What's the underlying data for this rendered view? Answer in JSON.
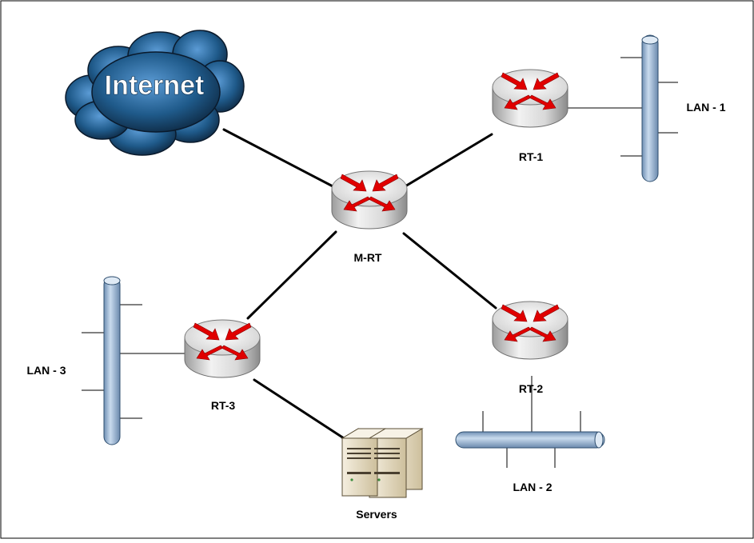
{
  "nodes": {
    "internet": {
      "label": "Internet"
    },
    "core_router": {
      "label": "M-RT"
    },
    "rt1": {
      "label": "RT-1"
    },
    "rt2": {
      "label": "RT-2"
    },
    "rt3": {
      "label": "RT-3"
    },
    "servers": {
      "label": "Servers"
    }
  },
  "lans": {
    "lan1": {
      "label": "LAN - 1"
    },
    "lan2": {
      "label": "LAN - 2"
    },
    "lan3": {
      "label": "LAN - 3"
    }
  },
  "colors": {
    "cloud": "#1f4e79",
    "router_body": "#d6d6d6",
    "router_arrows": "#e00000",
    "bus": "#9fbcd8",
    "link": "#000000",
    "server": "#e6dcc4"
  }
}
